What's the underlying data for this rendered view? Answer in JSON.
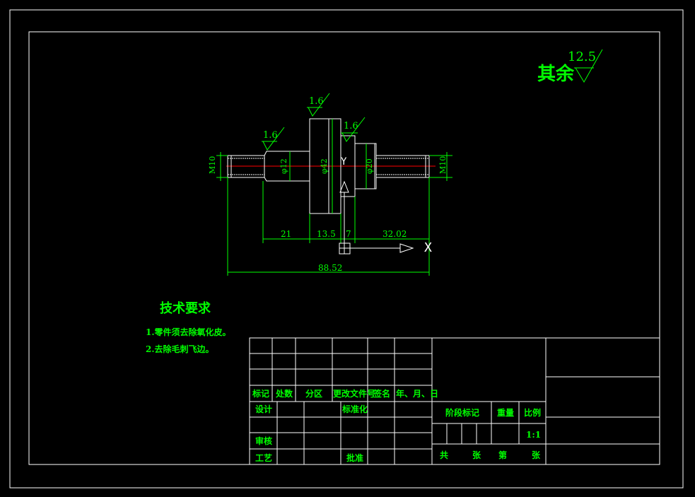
{
  "drawing": {
    "other_roughness_label": "其余",
    "other_roughness_value": "12.5",
    "roughness_marks": [
      "1.6",
      "1.6",
      "1.6"
    ],
    "diameter_labels": [
      "M10",
      "φ12",
      "φ42",
      "φ20",
      "M10"
    ],
    "length_dims": [
      "21",
      "13.5",
      "7",
      "32.02",
      "88.52"
    ],
    "ucs_y": "Y",
    "ucs_x": "X"
  },
  "technical_requirements": {
    "title": "技术要求",
    "items": [
      "1.零件须去除氧化皮。",
      "2.去除毛刺飞边。"
    ]
  },
  "title_block": {
    "revision_headers": [
      "标记",
      "处数",
      "分区",
      "更改文件号",
      "签名",
      "年、月、日"
    ],
    "design_label": "设计",
    "standardize_label": "标准化",
    "review_label": "审核",
    "process_label": "工艺",
    "approve_label": "批准",
    "stage_mark_label": "阶段标记",
    "weight_label": "重量",
    "scale_label": "比例",
    "scale_value": "1:1",
    "sheet_total_label": "共",
    "sheet_unit_1": "张",
    "sheet_no_label": "第",
    "sheet_unit_2": "张"
  },
  "colors": {
    "background": "#000000",
    "annotation": "#00ff00",
    "outline": "#ffffff",
    "centerline": "#ff0000"
  }
}
